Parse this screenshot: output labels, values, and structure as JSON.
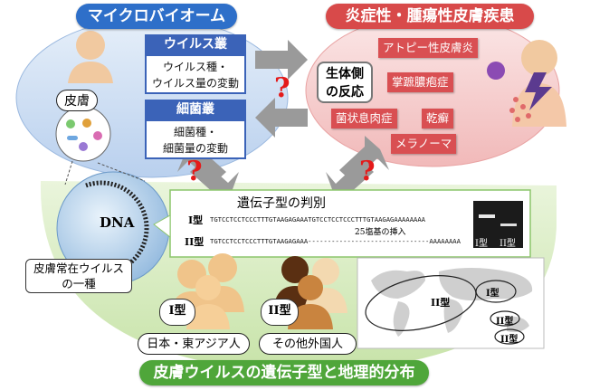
{
  "microbiome": {
    "title": "マイクロバイオーム",
    "virome_title": "ウイルス叢",
    "virome_text": [
      "ウイルス種・",
      "ウイルス量の変動"
    ],
    "bacteria_title": "細菌叢",
    "bacteria_text": [
      "細菌種・",
      "細菌量の変動"
    ],
    "skin_label": "皮膚"
  },
  "disease": {
    "title": "炎症性・腫瘍性皮膚疾患",
    "response_label": [
      "生体側",
      "の反応"
    ],
    "tags": [
      "アトピー性皮膚炎",
      "掌蹠膿疱症",
      "菌状息肉症",
      "乾癬",
      "メラノーマ"
    ]
  },
  "question_mark": "?",
  "genotyping": {
    "title": "遺伝子型の判別",
    "type1_label": "I型",
    "type2_label": "II型",
    "seq1": "TGTCCTCCTCCCTTTGTAAGAGAAATGTCCTCCTCCCTTTGTAAGAGAAAAAAAA",
    "seq2": "TGTCCTCCTCCCTTTGTAAGAGAAA-------------------------------AAAAAAAA",
    "insert_note": "25塩基の挿入",
    "gel_labels": [
      "I型",
      "II型"
    ]
  },
  "dna_label": "DNA",
  "virus_caption": [
    "皮膚常在ウイルス",
    "の一種"
  ],
  "population": {
    "type1_badge": "I型",
    "type2_badge": "II型",
    "japan_label": "日本・東アジア人",
    "foreign_label": "その他外国人"
  },
  "map": {
    "labels": [
      "I型",
      "II型",
      "II型",
      "II型"
    ]
  },
  "footer": "皮膚ウイルスの遺伝子型と地理的分布",
  "colors": {
    "blue_header": "#2e6fc9",
    "red_header": "#d84a4a",
    "green_footer": "#4fa63a",
    "green_panel": "#dcefc8",
    "blue_panel": "#cfe0f4",
    "pink_panel": "#f7d7d7"
  }
}
